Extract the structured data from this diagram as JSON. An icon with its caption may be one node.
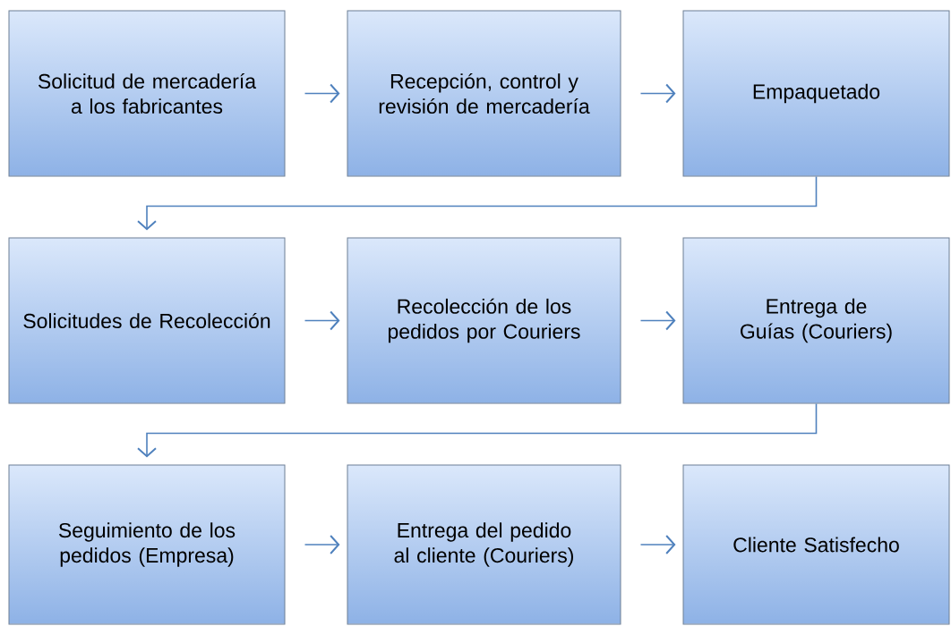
{
  "diagram": {
    "nodes": [
      {
        "text": [
          "Solicitud de mercadería a los fabricantes"
        ]
      },
      {
        "text": [
          "Recepción, control y revisión de mercadería"
        ]
      },
      {
        "text": [
          "Empaquetado"
        ]
      },
      {
        "text": [
          "Solicitudes de Recolección"
        ]
      },
      {
        "text": [
          "Recolección de los pedidos  por Couriers"
        ]
      },
      {
        "text": [
          "Entrega de Guías (Couriers)"
        ]
      },
      {
        "text": [
          "Seguimiento de los pedidos (Empresa)"
        ]
      },
      {
        "text": [
          "Entrega del pedido al cliente (Couriers)"
        ]
      },
      {
        "text": [
          "Cliente Satisfecho"
        ]
      }
    ],
    "edges": [
      {
        "from": 0,
        "to": 1,
        "arrow": "to"
      },
      {
        "from": 1,
        "to": 2,
        "arrow": "to"
      },
      {
        "from": 2,
        "to": 3,
        "arrow": "to"
      },
      {
        "from": 3,
        "to": 4,
        "arrow": "to"
      },
      {
        "from": 4,
        "to": 5,
        "arrow": "to"
      },
      {
        "from": 5,
        "to": 6,
        "arrow": "to"
      },
      {
        "from": 6,
        "to": 7,
        "arrow": "to"
      },
      {
        "from": 7,
        "to": 8,
        "arrow": "to"
      }
    ]
  }
}
